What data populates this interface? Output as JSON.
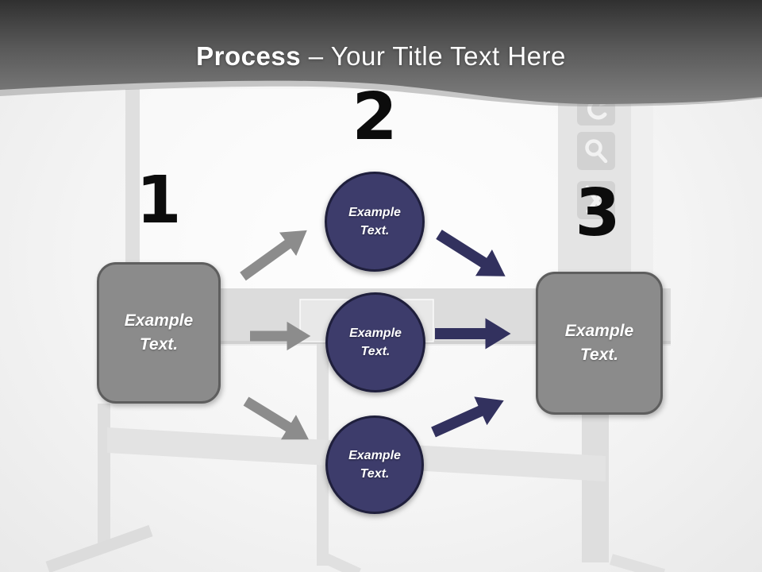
{
  "header": {
    "title_bold": "Process",
    "title_rest": " – Your Title Text Here"
  },
  "steps": [
    {
      "number": "1",
      "circle_line1": "Example",
      "circle_line2": "Text."
    },
    {
      "number": "2",
      "circle_line1": "Example",
      "circle_line2": "Text."
    },
    {
      "number": "3",
      "circle_line1": "Example",
      "circle_line2": "Text."
    }
  ],
  "left_box": {
    "line1": "Example",
    "line2": "Text."
  },
  "right_box": {
    "line1": "Example",
    "line2": "Text."
  },
  "colors": {
    "circle_navy": "#3d3c6b",
    "circle_border_navy": "#1f1f3c",
    "arrow_navy": "#32315e",
    "box_gray": "#8b8b8b",
    "box_border_gray": "#5e5e5e",
    "arrow_gray": "#8c8c8c",
    "number_black": "#0c0c0c",
    "header_dark": "#303030",
    "header_light": "#7f7f7f"
  }
}
